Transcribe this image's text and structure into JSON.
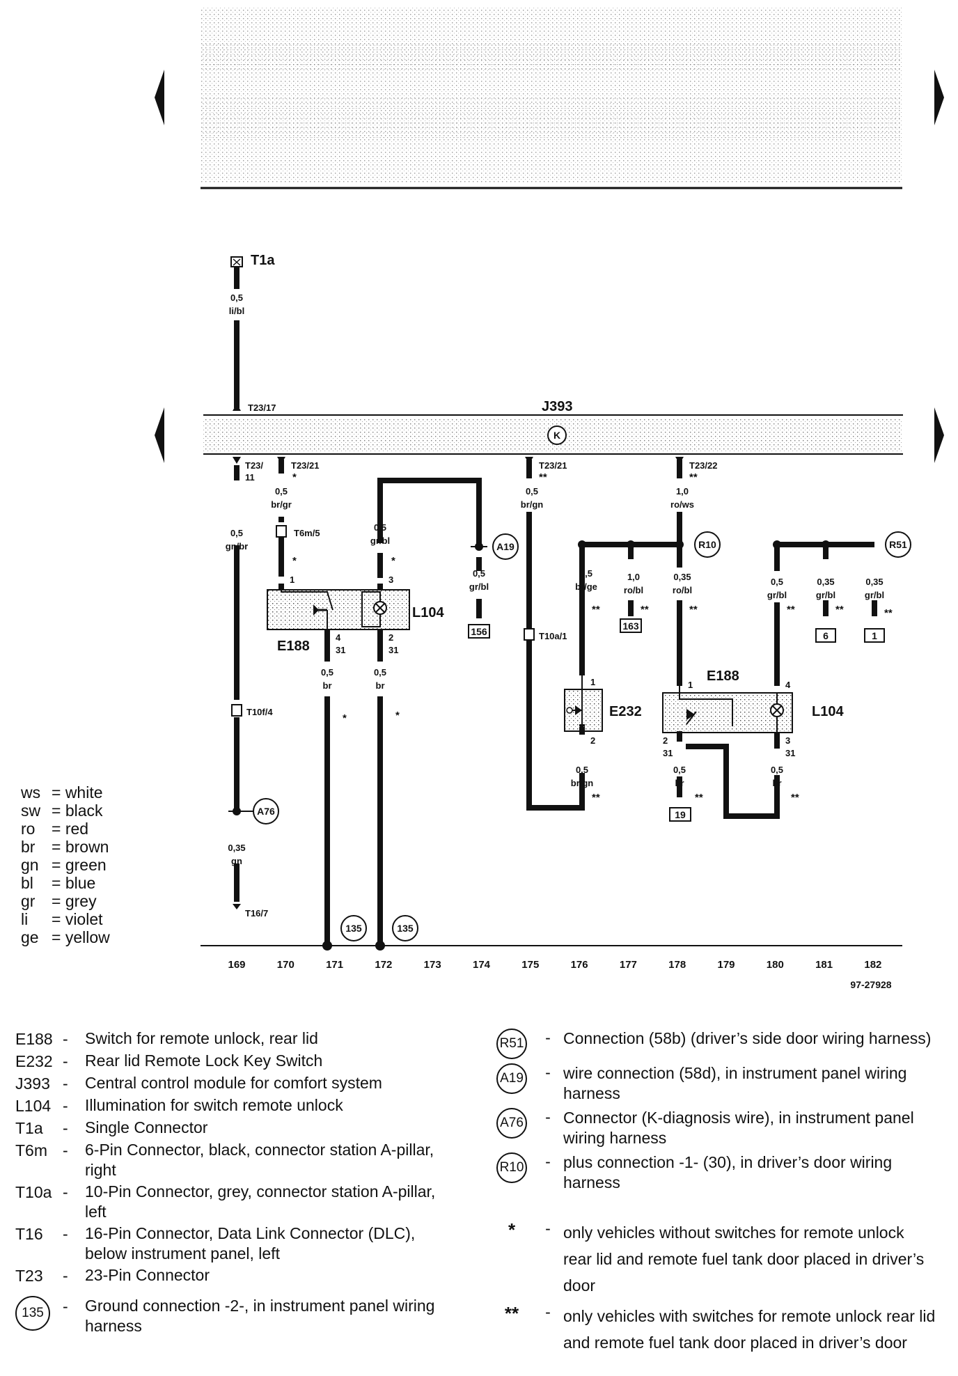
{
  "header": {
    "diagram_id": "97-27928"
  },
  "connectors": {
    "t1a": "T1a",
    "t23_17": "T23/17",
    "t23_11_a": "T23/",
    "t23_11_b": "11",
    "t23_21": "T23/21",
    "t23_21b": "T23/21",
    "t23_22": "T23/22",
    "t6m5": "T6m/5",
    "t10f4": "T10f/4",
    "t10a1": "T10a/1",
    "t16_7": "T16/7"
  },
  "components": {
    "j393": "J393",
    "j393_icon": "K",
    "e188_left": "E188",
    "e188_right": "E188",
    "l104_left": "L104",
    "l104_right": "L104",
    "e232": "E232"
  },
  "wires": [
    {
      "gauge": "0,5",
      "color": "li/bl"
    },
    {
      "gauge": "0,5",
      "color": "gn/br"
    },
    {
      "gauge": "0,5",
      "color": "br/gr"
    },
    {
      "gauge": "0,5",
      "color": "gr/bl"
    },
    {
      "gauge": "0,5",
      "color": "gr/bl"
    },
    {
      "gauge": "0,5",
      "color": "br/gn"
    },
    {
      "gauge": "0,5",
      "color": "br/ge"
    },
    {
      "gauge": "1,0",
      "color": "ro/bl"
    },
    {
      "gauge": "1,0",
      "color": "ro/ws"
    },
    {
      "gauge": "0,35",
      "color": "ro/bl"
    },
    {
      "gauge": "0,5",
      "color": "gr/bl"
    },
    {
      "gauge": "0,35",
      "color": "gr/bl"
    },
    {
      "gauge": "0,35",
      "color": "gr/bl"
    },
    {
      "gauge": "0,5",
      "color": "br"
    },
    {
      "gauge": "0,5",
      "color": "br"
    },
    {
      "gauge": "0,35",
      "color": "gn"
    },
    {
      "gauge": "0,5",
      "color": "br/gn"
    },
    {
      "gauge": "0,5",
      "color": "br"
    },
    {
      "gauge": "0,5",
      "color": "br"
    }
  ],
  "pins": {
    "p1": "1",
    "p3": "3",
    "p4": "4",
    "p31a": "31",
    "p2": "2",
    "p31b": "31",
    "e232_1": "1",
    "e232_2": "2",
    "r_1": "1",
    "r_4": "4",
    "r_2": "2",
    "r_31a": "31",
    "r_3": "3",
    "r_31b": "31"
  },
  "wire_connections": {
    "a19": "A19",
    "a76": "A76",
    "r10": "R10",
    "r51": "R51",
    "g135a": "135",
    "g135b": "135"
  },
  "refs": {
    "f156": "156",
    "f163": "163",
    "f6": "6",
    "f1": "1",
    "f19": "19"
  },
  "marks": {
    "single": "*",
    "double": "**"
  },
  "tracks": [
    "169",
    "170",
    "171",
    "172",
    "173",
    "174",
    "175",
    "176",
    "177",
    "178",
    "179",
    "180",
    "181",
    "182"
  ],
  "color_codes": [
    {
      "code": "ws",
      "name": "white"
    },
    {
      "code": "sw",
      "name": "black"
    },
    {
      "code": "ro",
      "name": "red"
    },
    {
      "code": "br",
      "name": "brown"
    },
    {
      "code": "gn",
      "name": "green"
    },
    {
      "code": "bl",
      "name": "blue"
    },
    {
      "code": "gr",
      "name": "grey"
    },
    {
      "code": "li",
      "name": "violet"
    },
    {
      "code": "ge",
      "name": "yellow"
    }
  ],
  "legend_components": [
    {
      "code": "E188",
      "desc": "Switch for remote unlock, rear lid"
    },
    {
      "code": "E232",
      "desc": "Rear lid Remote Lock Key Switch"
    },
    {
      "code": "J393",
      "desc": "Central control module for comfort system"
    },
    {
      "code": "L104",
      "desc": "Illumination for switch remote unlock"
    },
    {
      "code": "T1a",
      "desc": "Single Connector"
    },
    {
      "code": "T6m",
      "desc": "6-Pin Connector, black, connector station A-pillar, right"
    },
    {
      "code": "T10a",
      "desc": "10-Pin Connector, grey, connector station A-pillar, left"
    },
    {
      "code": "T16",
      "desc": "16-Pin Connector, Data Link Connector (DLC), below instrument panel, left"
    },
    {
      "code": "T23",
      "desc": "23-Pin Connector"
    },
    {
      "code": "135",
      "desc": "Ground connection -2-, in instrument panel wiring harness"
    }
  ],
  "legend_connections": [
    {
      "code": "R51",
      "desc": "Connection (58b) (driver’s side door wiring harness)"
    },
    {
      "code": "A19",
      "desc": "wire connection (58d), in instrument panel wiring harness"
    },
    {
      "code": "A76",
      "desc": "Connector (K-diagnosis wire), in instrument panel wiring harness"
    },
    {
      "code": "R10",
      "desc": "plus connection -1- (30), in driver’s door wiring harness"
    },
    {
      "code": "*",
      "desc": "only vehicles without switches for remote unlock rear lid and remote  fuel tank door placed in driver’s door"
    },
    {
      "code": "**",
      "desc": "only vehicles with switches for remote unlock rear lid and remote  fuel tank door placed in driver’s door"
    }
  ]
}
